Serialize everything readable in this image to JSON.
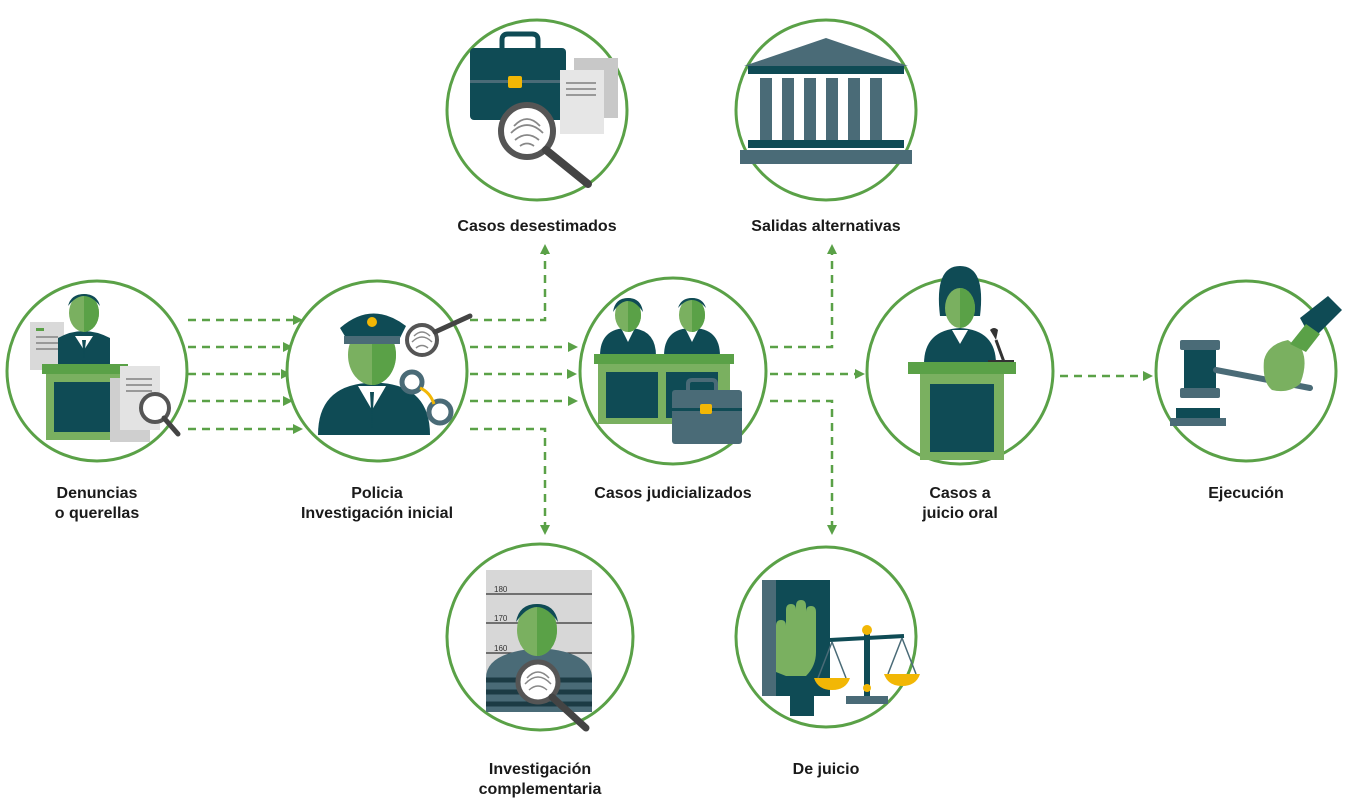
{
  "colors": {
    "ring": "#5aa147",
    "arrow": "#5aa147",
    "dark": "#0f4b55",
    "mid": "#4a6b77",
    "green": "#7ab060",
    "lightgreen": "#8bc57a",
    "gray": "#c8c8c8",
    "gold": "#f2b705"
  },
  "nodes": {
    "denuncias": {
      "line1": "Denuncias",
      "line2": "o querellas",
      "icon": "complainant-podium-icon"
    },
    "policia": {
      "line1": "Policia",
      "line2": "Investigación inicial",
      "icon": "police-officer-icon"
    },
    "desestimados": {
      "line1": "Casos desestimados",
      "icon": "briefcase-fingerprint-icon"
    },
    "judicializados": {
      "line1": "Casos judicializados",
      "icon": "prosecutors-bench-icon"
    },
    "complementaria": {
      "line1": "Investigación",
      "line2": "complementaria",
      "icon": "mugshot-icon"
    },
    "alternativas": {
      "line1": "Salidas alternativas",
      "icon": "courthouse-icon"
    },
    "juicio": {
      "line1": "De juicio",
      "icon": "oath-scales-icon"
    },
    "oral": {
      "line1": "Casos a",
      "line2": "juicio oral",
      "icon": "witness-stand-icon"
    },
    "ejecucion": {
      "line1": "Ejecución",
      "icon": "gavel-icon"
    }
  },
  "mugshot": {
    "h180": "180",
    "h170": "170",
    "h160": "160"
  }
}
